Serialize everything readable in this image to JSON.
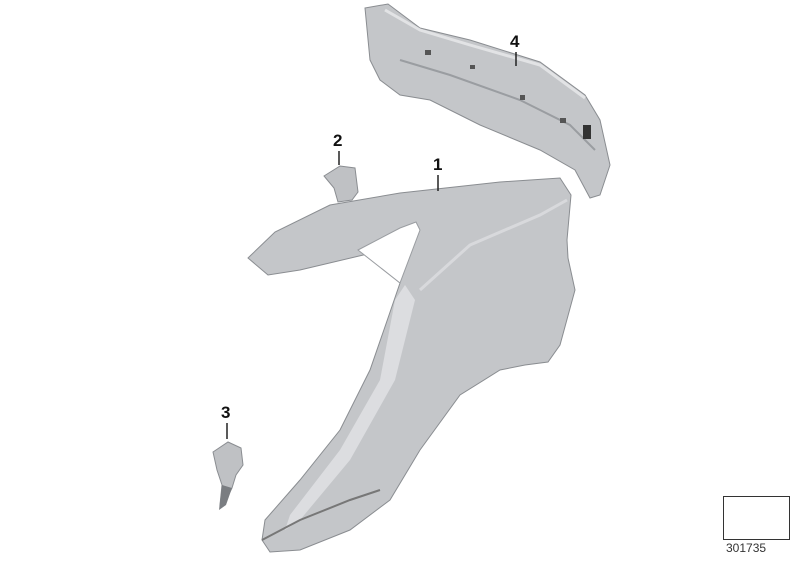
{
  "diagram": {
    "type": "exploded-parts-diagram",
    "parts": [
      {
        "id": "1",
        "label": "1",
        "description": "side panel / rear quarter panel"
      },
      {
        "id": "2",
        "label": "2",
        "description": "small bracket"
      },
      {
        "id": "3",
        "label": "3",
        "description": "sill bracket"
      },
      {
        "id": "4",
        "label": "4",
        "description": "rear panel / back panel"
      }
    ],
    "reference": {
      "number": "301735",
      "icon": "direction-arrow-icon"
    },
    "colors": {
      "part_fill": "#c4c6c9",
      "part_shadow": "#9a9da1",
      "part_highlight": "#e2e3e5",
      "line": "#222222"
    }
  }
}
